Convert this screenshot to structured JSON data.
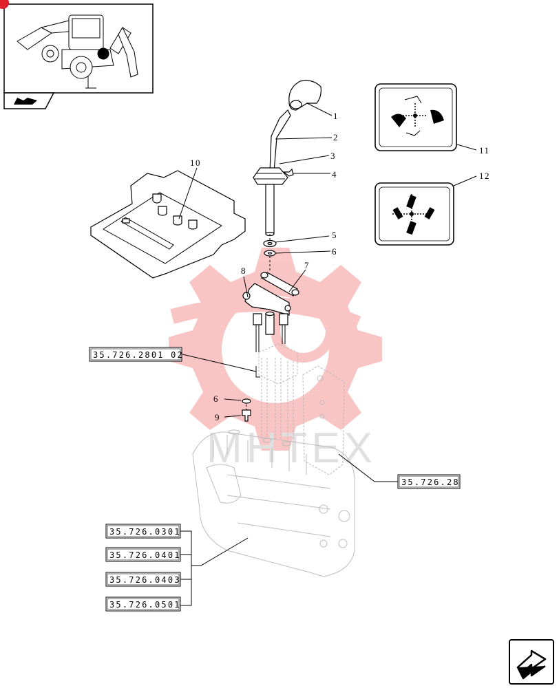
{
  "callouts": [
    {
      "id": "c1",
      "label": "1"
    },
    {
      "id": "c2",
      "label": "2"
    },
    {
      "id": "c3",
      "label": "3"
    },
    {
      "id": "c4",
      "label": "4"
    },
    {
      "id": "c5",
      "label": "5"
    },
    {
      "id": "c6a",
      "label": "6"
    },
    {
      "id": "c7",
      "label": "7"
    },
    {
      "id": "c8",
      "label": "8"
    },
    {
      "id": "c6b",
      "label": "6"
    },
    {
      "id": "c9",
      "label": "9"
    },
    {
      "id": "c10",
      "label": "10"
    },
    {
      "id": "c11",
      "label": "11"
    },
    {
      "id": "c12",
      "label": "12"
    }
  ],
  "references": [
    {
      "id": "r1",
      "label": "35.726.2801 02"
    },
    {
      "id": "r2",
      "label": "35.726.28"
    },
    {
      "id": "r3",
      "label": "35.726.0301"
    },
    {
      "id": "r4",
      "label": "35.726.0401"
    },
    {
      "id": "r5",
      "label": "35.726.0403"
    },
    {
      "id": "r6",
      "label": "35.726.0501"
    }
  ],
  "watermark": {
    "text": "MHTEX",
    "color": "#f05a5a"
  },
  "icons": {
    "nav": "next-page-arrow-icon",
    "thumb_nav": "book-arrow-icon"
  }
}
